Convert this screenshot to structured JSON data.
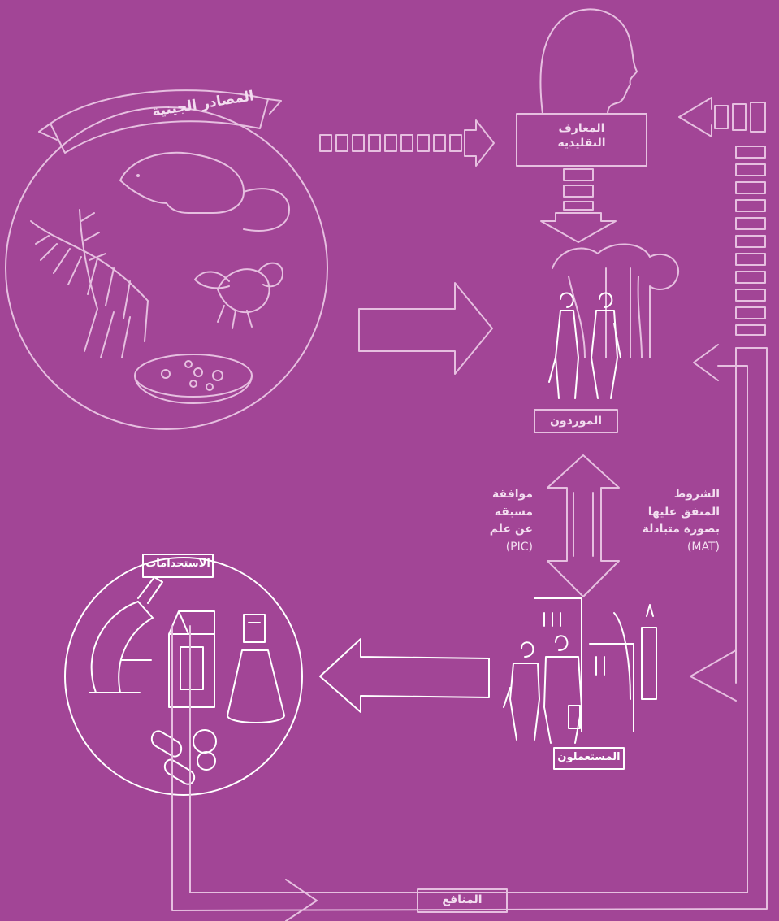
{
  "nodes": {
    "genetic_resources": "المصادر الجينية",
    "traditional_knowledge": [
      "المعارف",
      "التقليدية"
    ],
    "providers": "الموردون",
    "users": "المستعملون",
    "uses": "الاستخدامات",
    "benefits": "المنافع"
  },
  "pic": {
    "lines": [
      "موافقة",
      "مسبقة",
      "عن علم"
    ],
    "abbr": "(PIC)"
  },
  "mat": {
    "lines": [
      "الشروط",
      "المتفق عليها",
      "بصورة متبادلة"
    ],
    "abbr": "(MAT)"
  },
  "colors": {
    "background": "#A24596",
    "line_tinted": "#E6BFE0",
    "line_white": "#FFFFFF"
  }
}
